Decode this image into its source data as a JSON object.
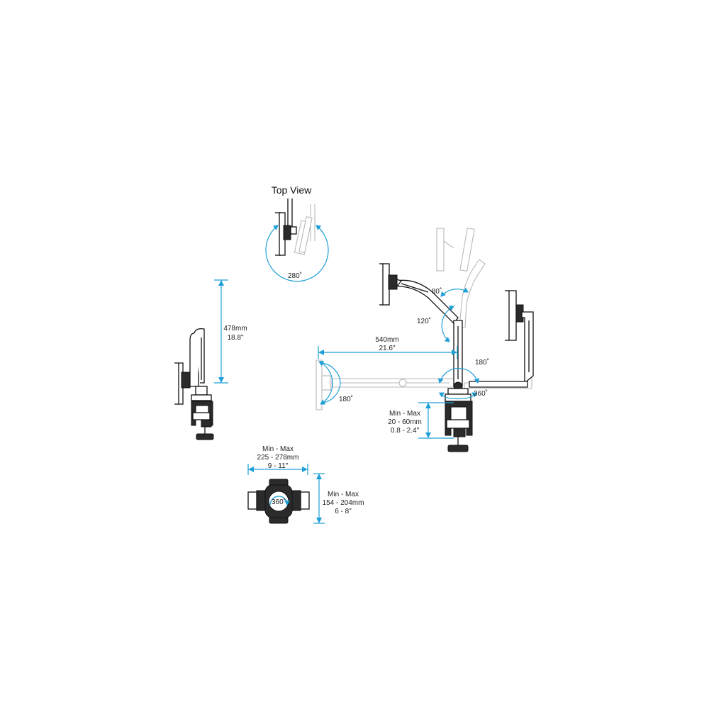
{
  "top_view": {
    "title": "Top View",
    "rotation": "280˚"
  },
  "height": {
    "mm": "478mm",
    "in": "18.8\""
  },
  "reach": {
    "mm": "540mm",
    "in": "21.6\""
  },
  "angles": {
    "tilt_up": "80˚",
    "tilt_down": "120˚",
    "tablet_tilt": "180˚",
    "arm_swivel": "180˚",
    "base_swivel": "360˚",
    "holder_rotation": "360˚"
  },
  "clamp": {
    "label": "Min - Max",
    "mm": "20 - 60mm",
    "in": "0.8 - 2.4\""
  },
  "holder_width": {
    "label": "Min - Max",
    "mm": "225 - 278mm",
    "in": "9 - 11\""
  },
  "holder_height": {
    "label": "Min - Max",
    "mm": "154 - 204mm",
    "in": "6 - 8\""
  }
}
